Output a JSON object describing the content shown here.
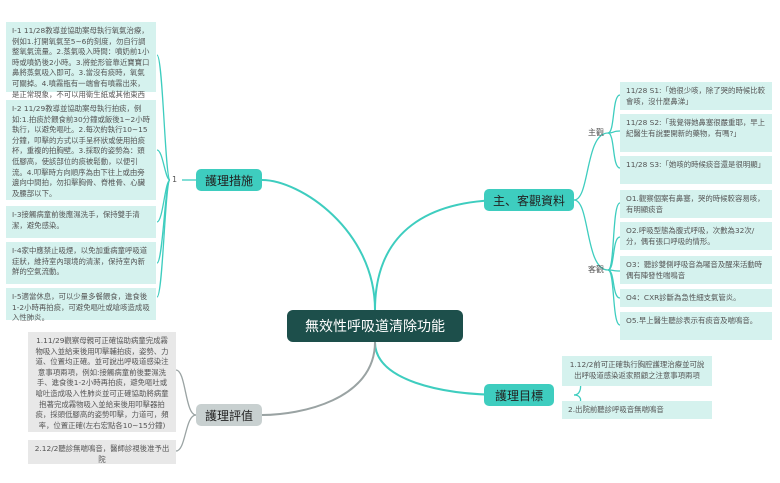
{
  "center": "無效性呼吸道清除功能",
  "branches": {
    "care": "護理措施",
    "subj_obj": "主、客觀資料",
    "evaluation": "護理評值",
    "goal": "護理目標"
  },
  "connector_label": "1",
  "subj_label": "主觀",
  "obj_label": "客觀",
  "care_items": [
    "I-1 11/28教導並協助案母執行氧氣治療，例如1.打開氧氣至5~6的刻度，勿自行調整氧氣流量。2.蒸氣吸入時間：噴奶前1小時或噴奶後2小時。3.將蛇形管靠近寶寶口鼻將蒸氣吸入即可。3.當沒有痰時，氧氣可關掉。4.噴霧瓶有一端會有噴霧出來，是正常現象，不可以用衛生紙或其他東西塞住",
    "I-2 11/29教導並協助案母執行拍痰，例如:1.拍痰於餵食前30分鐘或飯後1~2小時執行，以避免嘔吐。2.每次約執行10~15分鐘，叩擊的方式以手呈杯狀或使用拍痰杯，重複的拍胸壁。3.採取的姿勢為：頭低腳高，使該部位的痰被鬆動，以便引流。4.叩擊時方向順序為由下往上或由旁邊向中間拍，勿扣擊胸骨、脊椎骨、心臟及腰部以下。",
    "I-3接觸病童前後應濕洗手，保持雙手清潔，避免感染。",
    "I-4家中應禁止吸煙，以免加重病童呼吸道症狀，維持室內環境的清潔，保持室內新鮮的空氣流動。",
    "I-5適當休息，可以少量多餐餵食，進食後1-2小時再拍痰，可避免嘔吐或嗆咳造成吸入性肺炎。"
  ],
  "subjective": [
    "11/28 S1:「她很少咳，除了哭的時候比較會咳，沒什麼鼻涕」",
    "11/28 S2:「我覺得她鼻塞很嚴重耶，早上紀醫生有說要開新的藥物，有嗎?」",
    "11/28 S3:「她咳的時候痰音還是很明顯」"
  ],
  "objective": [
    "O1.觀察個案有鼻塞，哭的時候較容易咳，有明顯痰音",
    "O2.呼吸型態為腹式呼吸，次數為32次/分，偶有張口呼吸的情形。",
    "O3：聽診雙側呼吸音為囉音及醒來活動時偶有陣發性喘鳴音",
    "O4：CXR診斷為急性細支氣管炎。",
    "O5.早上醫生聽診表示有痰音及喘鳴音。"
  ],
  "evaluation_items": [
    "1.11/29觀察母親可正確協助病童完成霧物吸入並給束後用叩擊輔拍痰，姿勢、力道、位置均正確。並可說出呼吸道感染注意事項兩項，例如:接觸病童前後要濕洗手、進食後1-2小時再拍痰，避免嘔吐或嗆吐造成吸入性肺炎並可正確協助將病童抱著完成霧物吸入並給束後用叩擊器拍痰，採頭低腳高的姿勢叩擊，力道可，頻率，位置正確(左右宏點各10~15分鐘)",
    "2.12/2聽診無喘鳴音，醫師診視後准予出院"
  ],
  "goal_items": [
    "1.12/2前可正確執行胸腔護理治療並可說出呼吸道感染返家照顧之注意事項兩項",
    "2.出院前聽診呼吸音無喘鳴音"
  ],
  "colors": {
    "center_bg": "#1d4f4b",
    "branch_teal": "#3ecdbf",
    "branch_grey": "#c8d0d0",
    "leaf_teal": "#d5f2ee",
    "leaf_grey": "#e8e8e8",
    "link_teal": "#3ecdbf",
    "link_grey": "#9aa3a3"
  }
}
